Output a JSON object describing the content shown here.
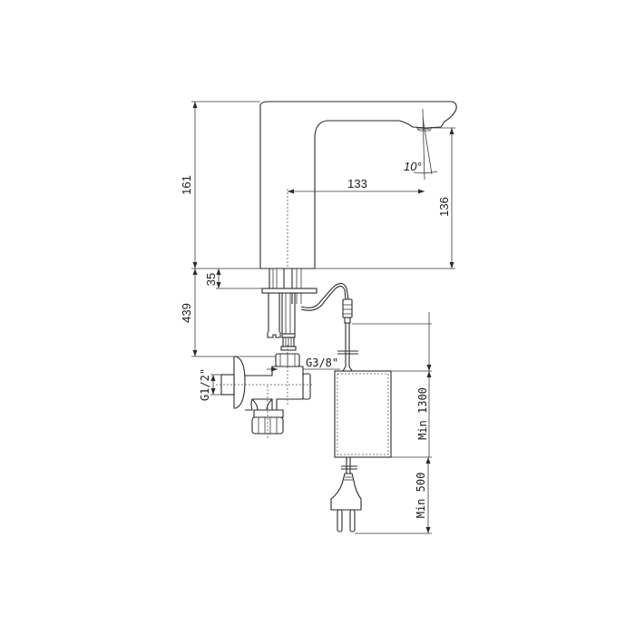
{
  "drawing": {
    "subject": "Sensor basin tap technical drawing",
    "dimensions": {
      "overall_height": "161",
      "spout_reach": "133",
      "spout_height": "136",
      "spray_angle": "10°",
      "mounting_depth": "35",
      "hose_length": "439",
      "inlet_thread": "G1/2\"",
      "outlet_thread": "G3/8\"",
      "cable_upper": "Min 1300",
      "cable_lower": "Min 500"
    },
    "components": [
      "tap-body",
      "spout",
      "mounting-shank",
      "sensor-cable",
      "angle-valve",
      "power-supply-box",
      "power-plug"
    ],
    "colors": {
      "line": "#2a2a2a",
      "background": "#ffffff"
    }
  }
}
